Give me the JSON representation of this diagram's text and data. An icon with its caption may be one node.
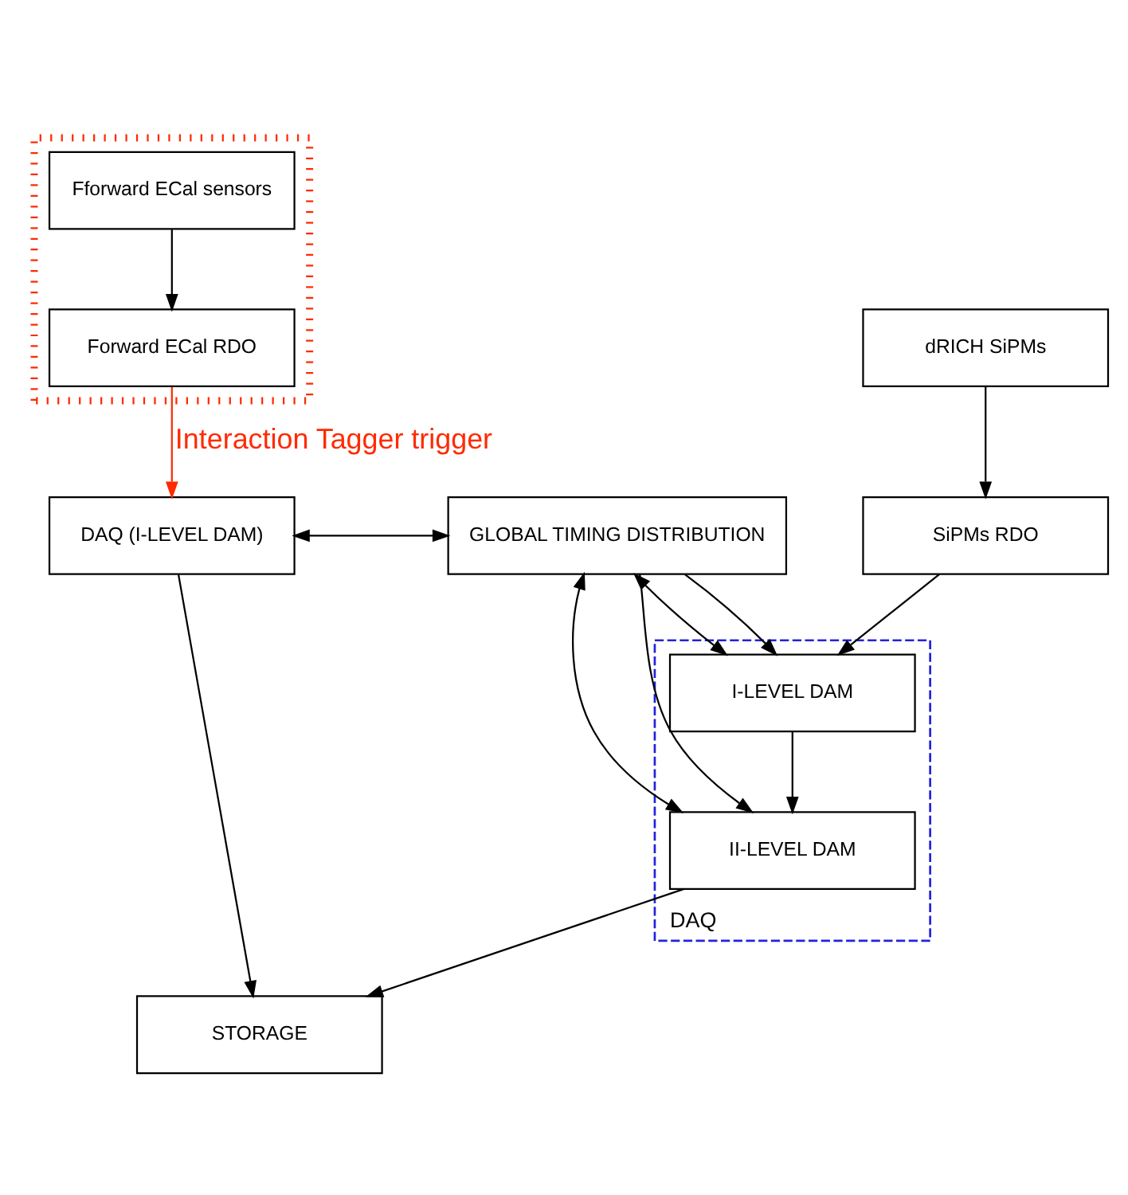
{
  "diagram": {
    "nodes": [
      {
        "text": [],
        "shape": "box"
      },
      {
        "text": [
          "Fforward ECal sensors"
        ],
        "in": 0
      },
      {
        "text": [
          "Forward ECal RDO"
        ],
        "in": 0
      },
      {
        "text": [
          "dRICH SiPMs"
        ]
      },
      {
        "text": [
          "SiPMs RDO"
        ]
      },
      {
        "text": [
          "DAQ"
        ]
      },
      {
        "text": [
          "I-LEVEL DAM"
        ],
        "in": 5
      },
      {
        "text": [
          "II-LEVEL DAM"
        ],
        "in": 5
      },
      {
        "text": [
          "DAQ (I-LEVEL DAM)"
        ]
      },
      {
        "text": [
          "GLOBAL TIMING DISTRIBUTION"
        ]
      },
      {
        "text": [
          "STORAGE"
        ]
      }
    ],
    "edges": [
      {
        "from": 1,
        "to": 2,
        "arrow": "to"
      },
      {
        "from": 2,
        "to": 8,
        "arrow": "to",
        "label": "Interaction Tagger trigger",
        "color": "#ff2a00"
      },
      {
        "from": 3,
        "to": 4,
        "arrow": "to"
      },
      {
        "from": 4,
        "to": 6,
        "arrow": "to"
      },
      {
        "from": 6,
        "to": 7,
        "arrow": "to"
      },
      {
        "from": 8,
        "to": 9,
        "arrow": "both"
      },
      {
        "from": 9,
        "to": 6,
        "arrow": "both"
      },
      {
        "from": 9,
        "to": 7,
        "arrow": "both"
      },
      {
        "from": 9,
        "to": 6,
        "arrow": "to"
      },
      {
        "from": 9,
        "to": 7,
        "arrow": "to"
      },
      {
        "from": 8,
        "to": 10,
        "arrow": "to"
      },
      {
        "from": 7,
        "to": 10,
        "arrow": "to"
      }
    ]
  }
}
